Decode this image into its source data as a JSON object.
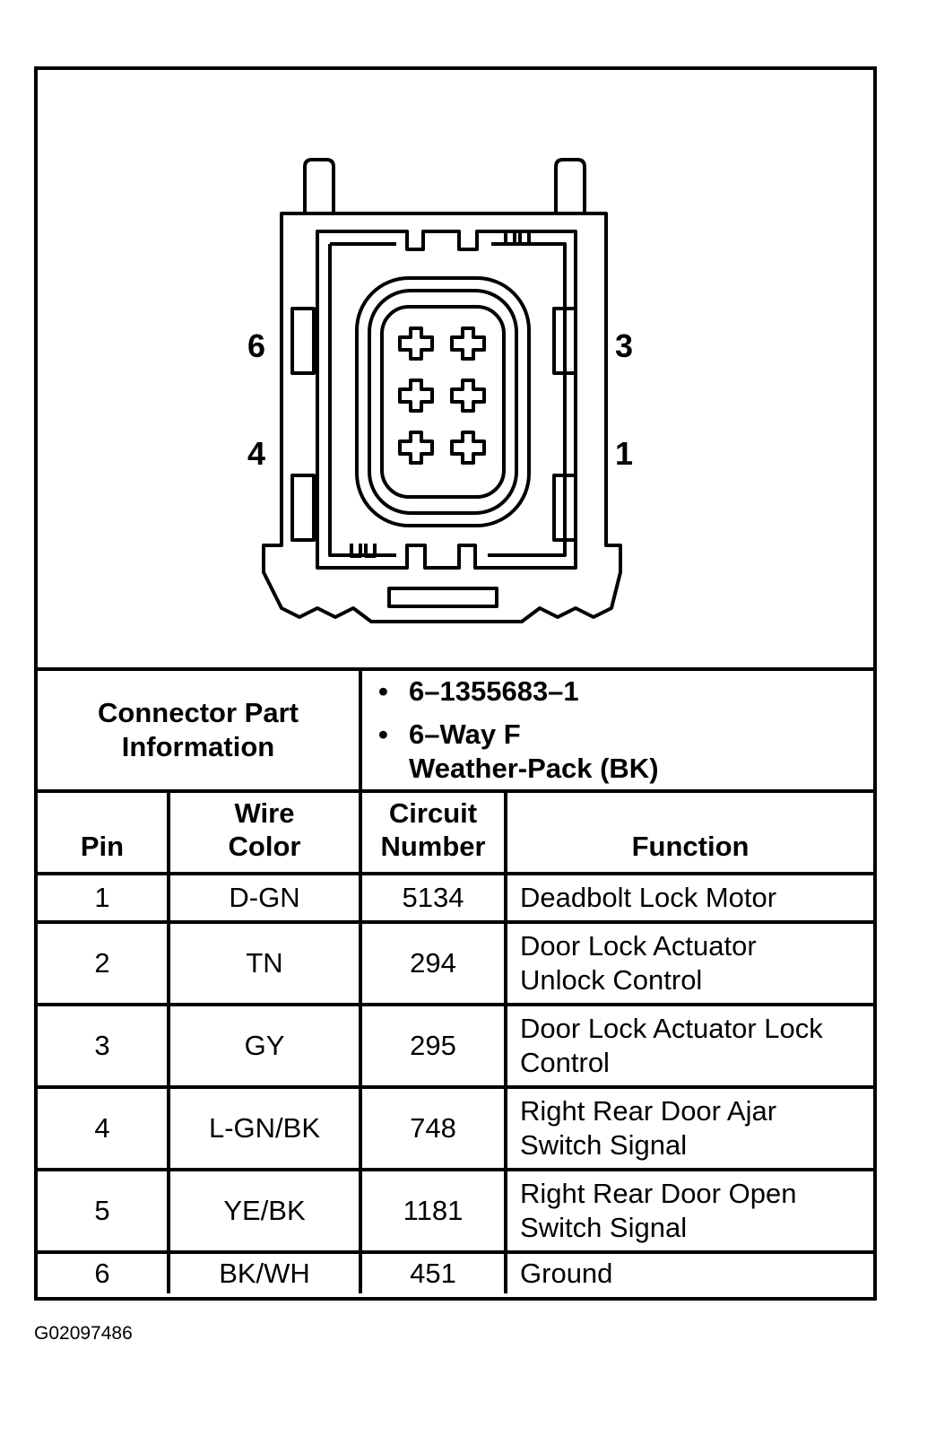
{
  "diagram": {
    "pin_labels": {
      "top_left": "6",
      "top_right": "3",
      "bottom_left": "4",
      "bottom_right": "1"
    }
  },
  "connector_info": {
    "label_line1": "Connector Part",
    "label_line2": "Information",
    "bullet1": "6–1355683–1",
    "bullet2_line1": "6–Way F",
    "bullet2_line2": "Weather-Pack (BK)"
  },
  "table": {
    "headers": {
      "pin": "Pin",
      "wire_color_line1": "Wire",
      "wire_color_line2": "Color",
      "circuit_line1": "Circuit",
      "circuit_line2": "Number",
      "function": "Function"
    },
    "rows": [
      {
        "pin": "1",
        "wire_color": "D-GN",
        "circuit": "5134",
        "function_line1": "Deadbolt Lock Motor",
        "function_line2": ""
      },
      {
        "pin": "2",
        "wire_color": "TN",
        "circuit": "294",
        "function_line1": "Door Lock Actuator",
        "function_line2": "Unlock Control"
      },
      {
        "pin": "3",
        "wire_color": "GY",
        "circuit": "295",
        "function_line1": "Door Lock Actuator Lock",
        "function_line2": "Control"
      },
      {
        "pin": "4",
        "wire_color": "L-GN/BK",
        "circuit": "748",
        "function_line1": "Right Rear Door Ajar",
        "function_line2": "Switch Signal"
      },
      {
        "pin": "5",
        "wire_color": "YE/BK",
        "circuit": "1181",
        "function_line1": "Right Rear Door Open",
        "function_line2": "Switch Signal"
      },
      {
        "pin": "6",
        "wire_color": "BK/WH",
        "circuit": "451",
        "function_line1": "Ground",
        "function_line2": ""
      }
    ]
  },
  "caption": "G02097486"
}
